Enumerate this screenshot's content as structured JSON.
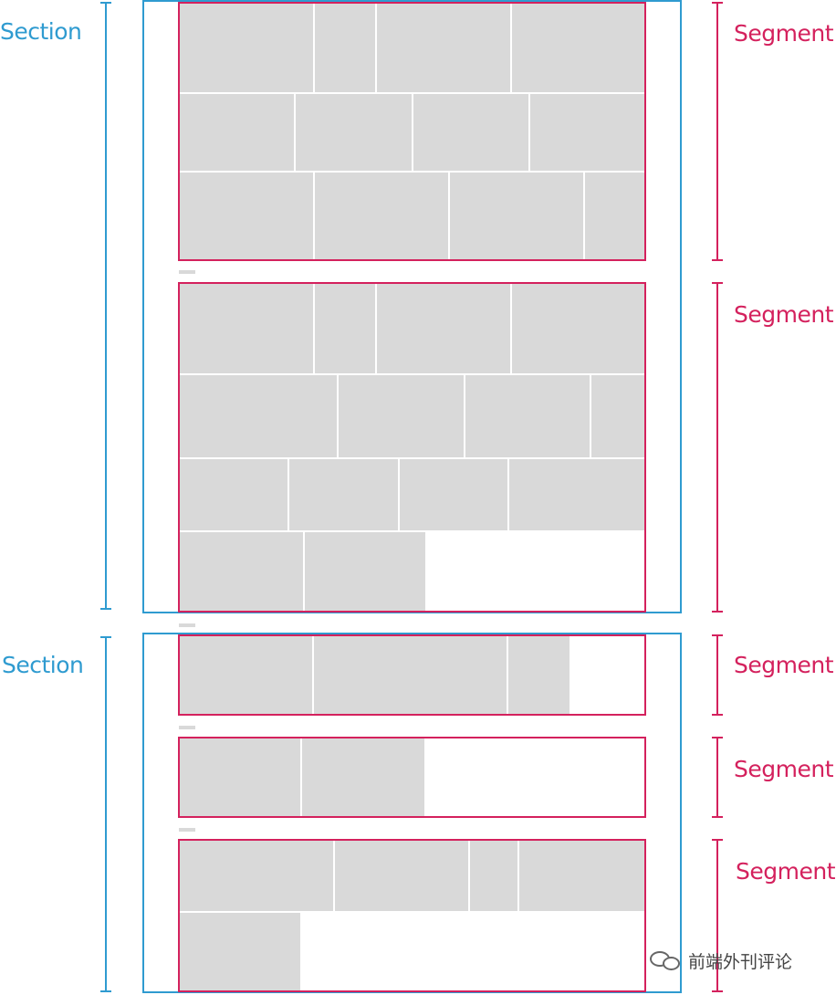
{
  "colors": {
    "section": "#2f9bd0",
    "segment": "#d4215d",
    "tile": "#d9d9d9",
    "watermark": "#444444"
  },
  "labels": {
    "section": "Section",
    "segment": "Segment"
  },
  "watermark": {
    "icon": "wechat-icon",
    "text": "前端外刊评论"
  }
}
